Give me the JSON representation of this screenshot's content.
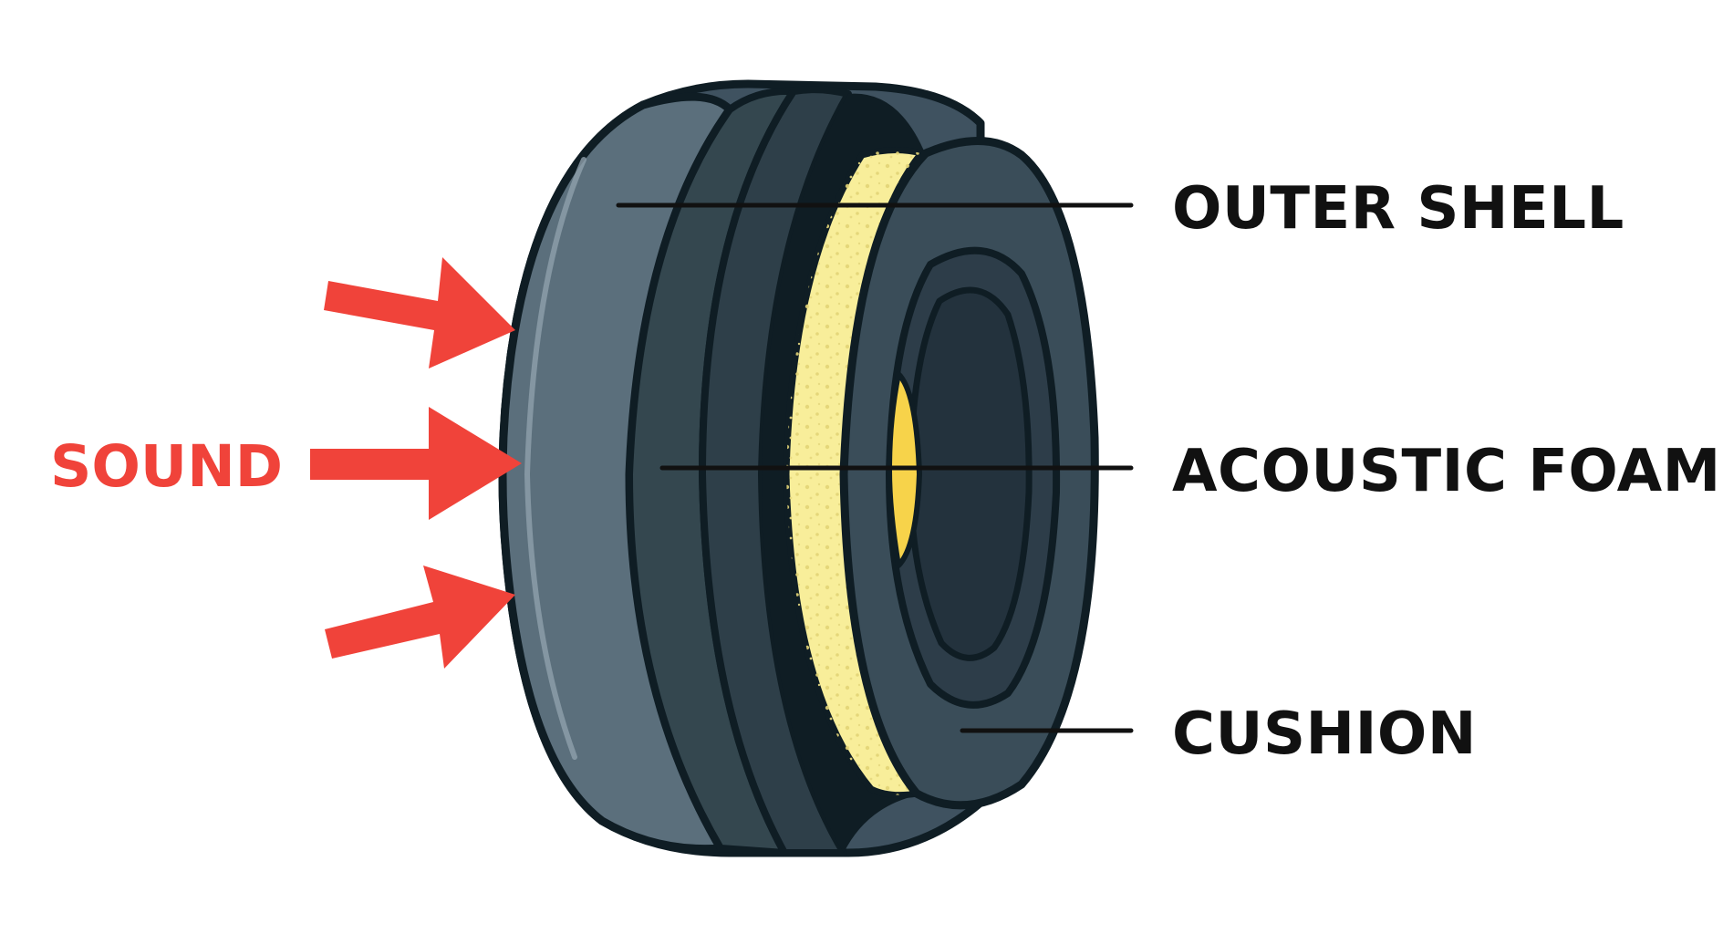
{
  "labels": {
    "sound": "SOUND",
    "outer_shell": "OUTER SHELL",
    "acoustic_foam": "ACOUSTIC FOAM",
    "cushion": "CUSHION"
  },
  "colors": {
    "sound": "#f0433a",
    "outline": "#0f1d24",
    "shell_light": "#5b6f7c",
    "shell_mid": "#3f5260",
    "shell_dark": "#2d3d49",
    "cushion_inner": "#23323d",
    "foam": "#f8ee9a",
    "foam_dots": "#e3d476",
    "driver": "#f7d34a",
    "label_text": "#111111",
    "leader_line": "#111111"
  },
  "icons": {
    "arrow": "sound-arrow-icon"
  }
}
